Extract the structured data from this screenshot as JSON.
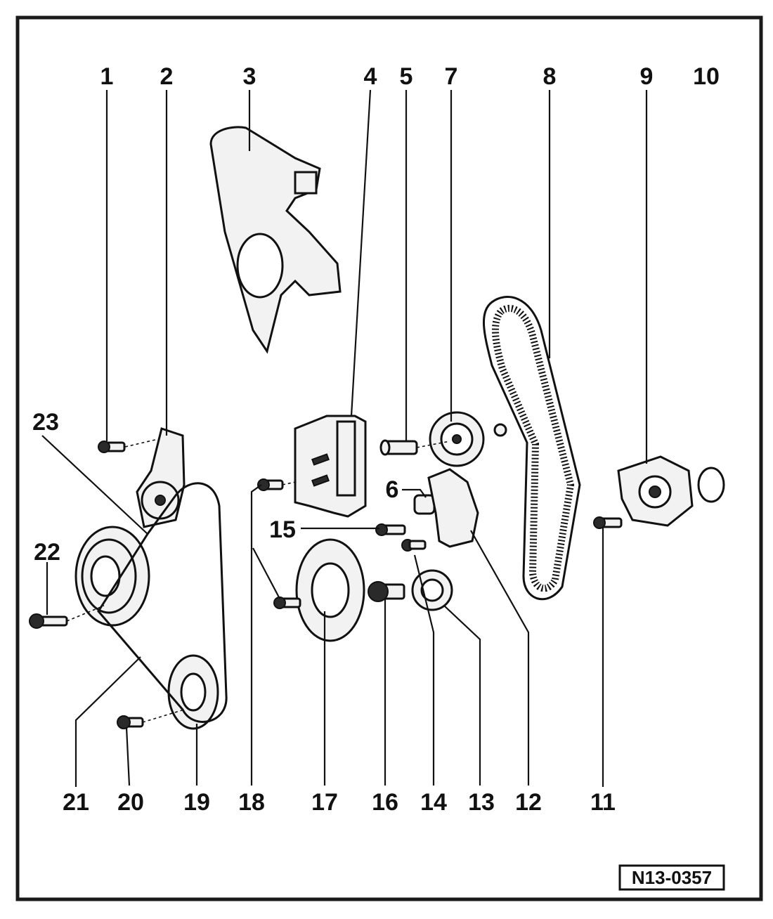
{
  "callouts": {
    "n1": "1",
    "n2": "2",
    "n3": "3",
    "n4": "4",
    "n5": "5",
    "n6": "6",
    "n7": "7",
    "n8": "8",
    "n9": "9",
    "n10": "10",
    "n11": "11",
    "n12": "12",
    "n13": "13",
    "n14": "14",
    "n15": "15",
    "n16": "16",
    "n17": "17",
    "n18": "18",
    "n19": "19",
    "n20": "20",
    "n21": "21",
    "n22": "22",
    "n23": "23"
  },
  "reference_code": "N13-0357"
}
